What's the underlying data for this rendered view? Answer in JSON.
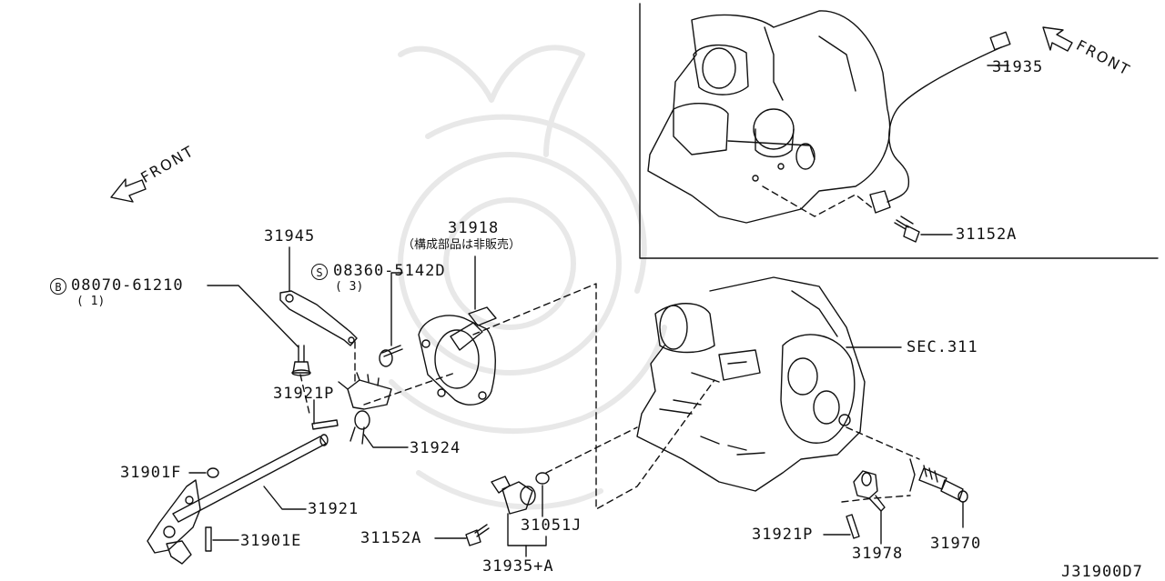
{
  "diagram_code": "J31900D7",
  "front_labels": {
    "left": "FRONT",
    "inset": "FRONT"
  },
  "parts": {
    "p31935": "31935",
    "p31152A_inset": "31152A",
    "p31945": "31945",
    "p31918": "31918",
    "p31918_note": "（構成部品は非販売）",
    "bolt_b_circle": "B",
    "bolt_b": "08070-61210",
    "bolt_b_qty": "( 1)",
    "screw_s_circle": "S",
    "screw_s": "08360-5142D",
    "screw_s_qty": "( 3)",
    "sec311": "SEC.311",
    "p31921P_upper": "31921P",
    "p31924": "31924",
    "p31901F": "31901F",
    "p31921": "31921",
    "p31901E": "31901E",
    "p31152A": "31152A",
    "p31051J": "31051J",
    "p31935A": "31935+A",
    "p31921P_lower": "31921P",
    "p31978": "31978",
    "p31970": "31970"
  }
}
